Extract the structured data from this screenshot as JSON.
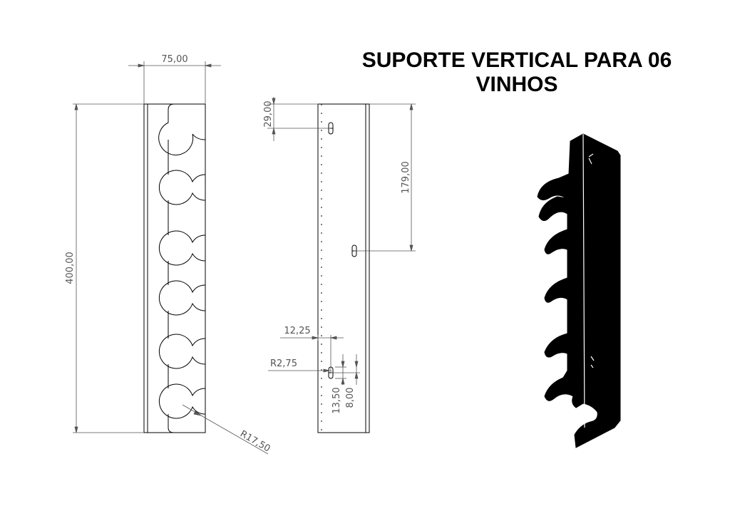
{
  "title_line1": "SUPORTE VERTICAL PARA 06",
  "title_line2": "VINHOS",
  "dimensions": {
    "width": "75,00",
    "height": "400,00",
    "radius_cradle": "R17,50",
    "top_offset": "29,00",
    "hole_spacing": "179,00",
    "edge_offset": "12,25",
    "radius_slot": "R2,75",
    "slot_offset_a": "13,50",
    "slot_offset_b": "8,00"
  },
  "colors": {
    "line": "#000000",
    "dimension": "#555555",
    "part": "#000000"
  }
}
